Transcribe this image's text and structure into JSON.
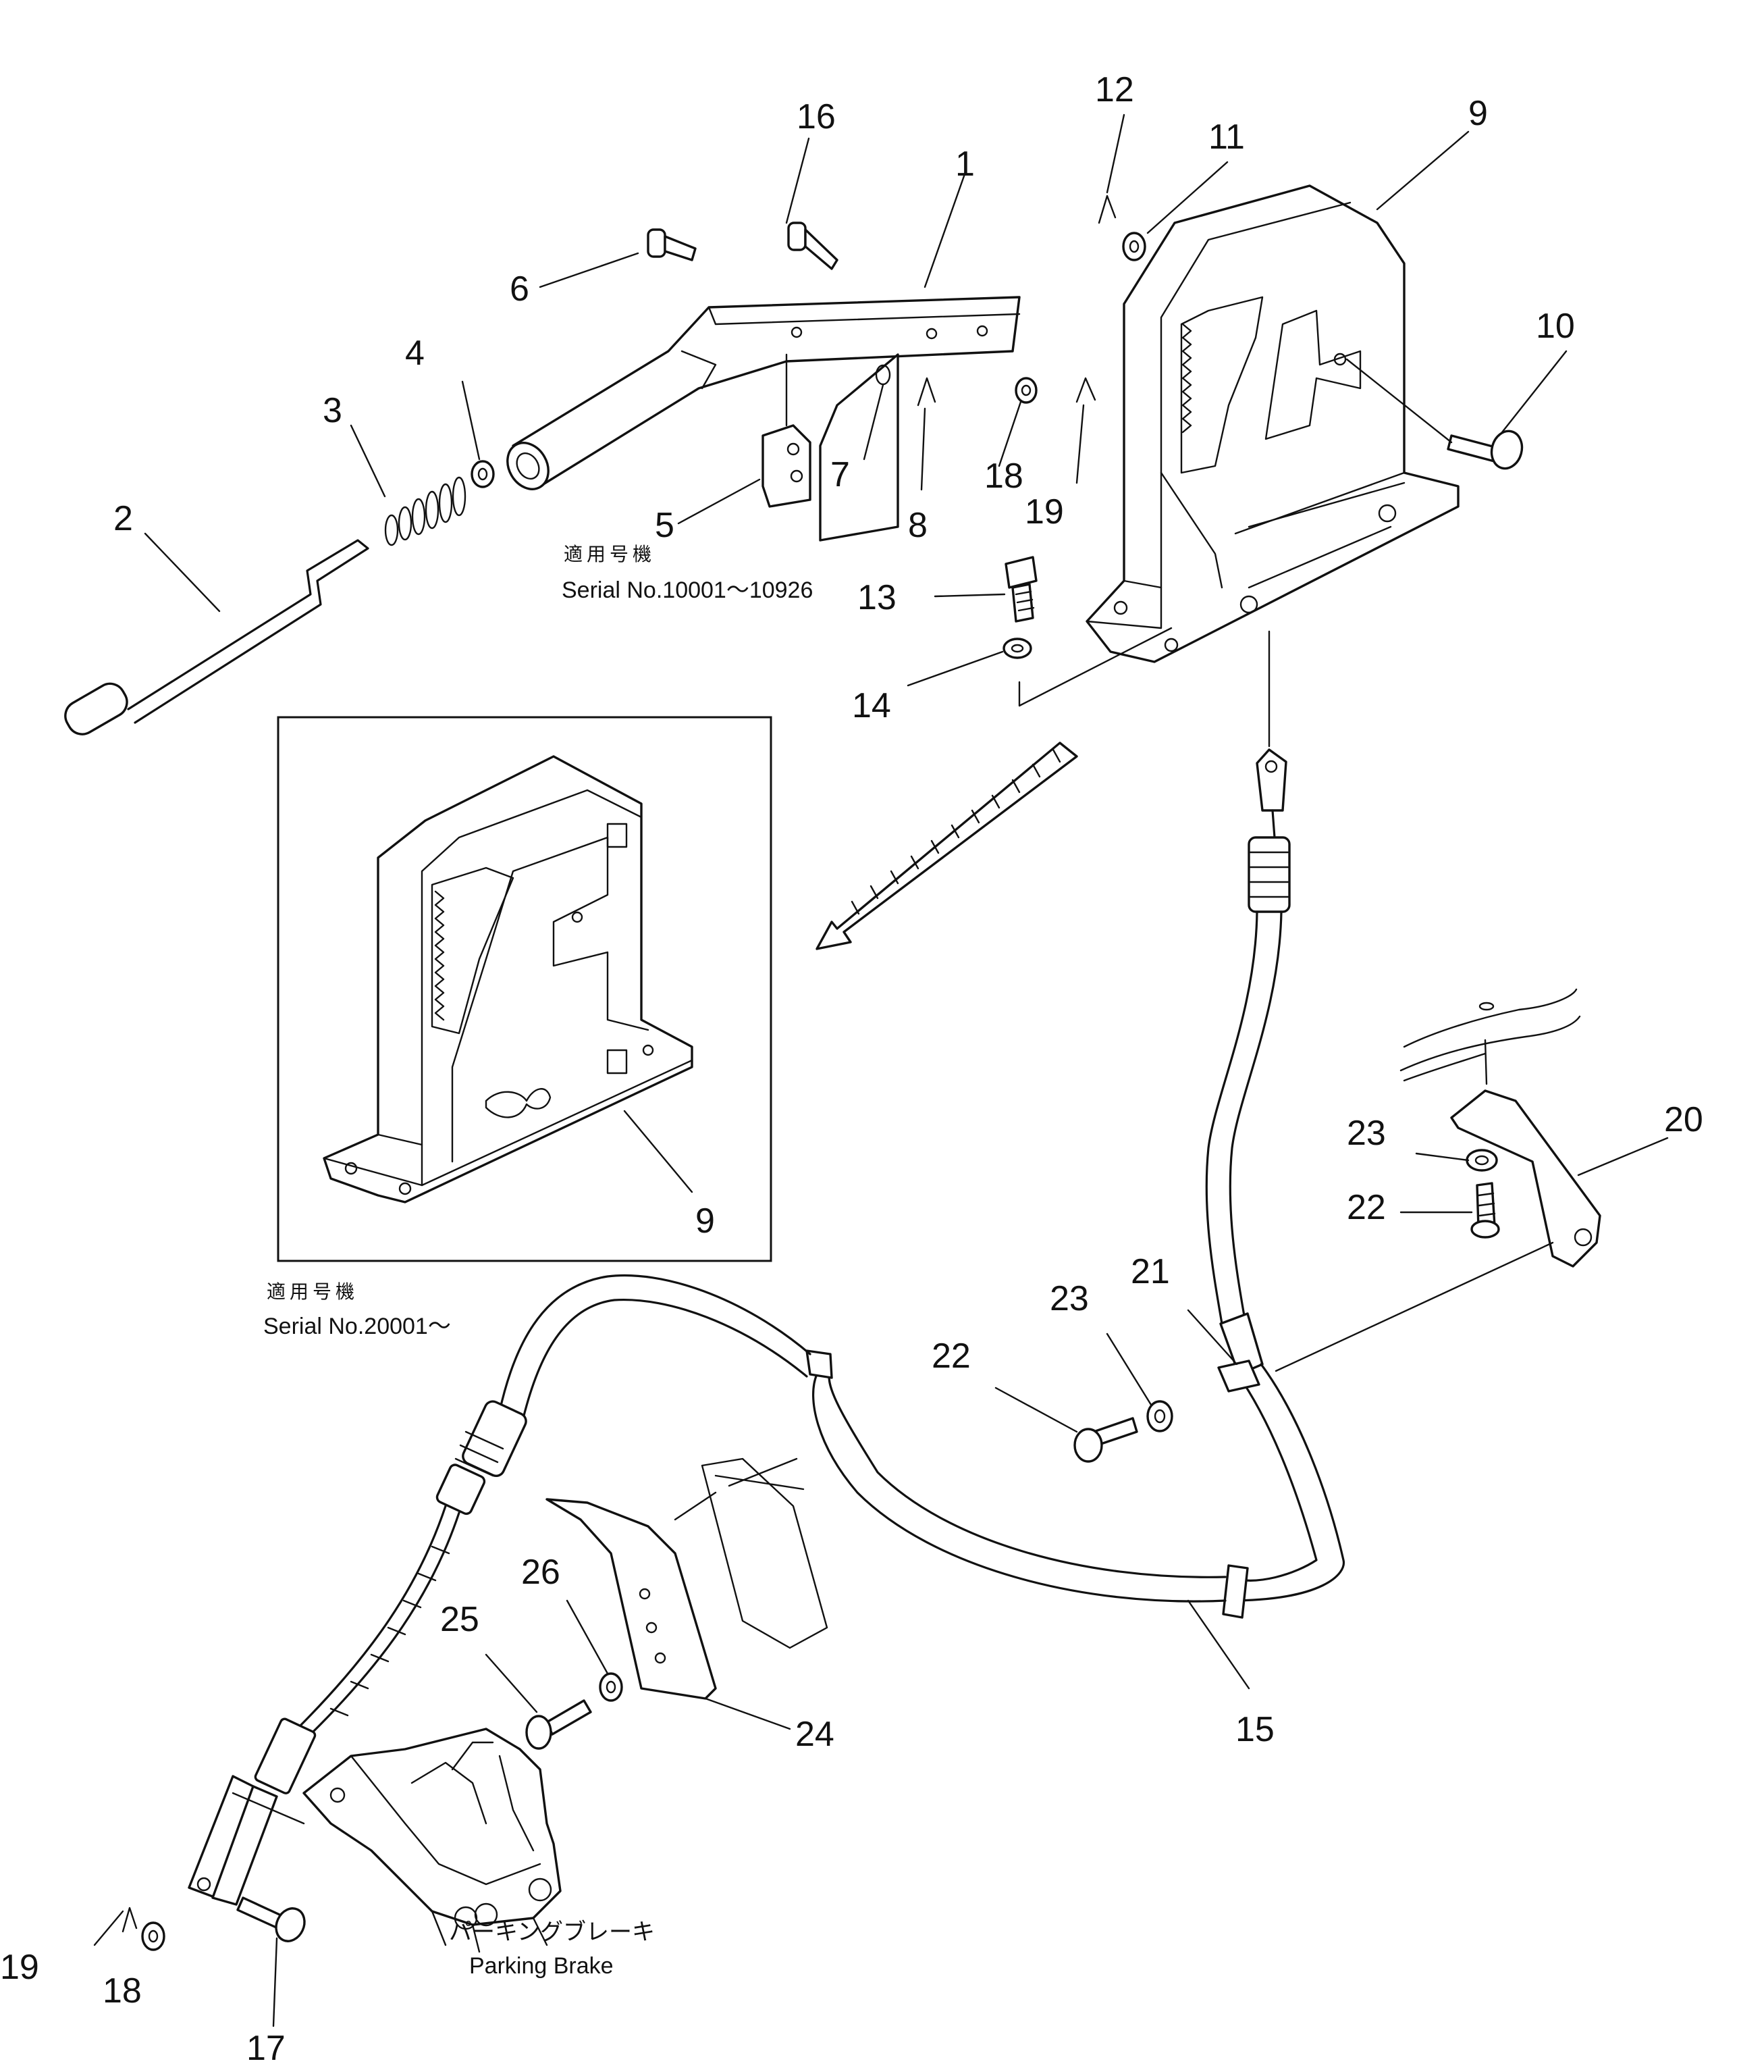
{
  "callouts": {
    "c1": "1",
    "c2": "2",
    "c3": "3",
    "c4": "4",
    "c5": "5",
    "c6": "6",
    "c7": "7",
    "c8": "8",
    "c9a": "9",
    "c9b": "9",
    "c10": "10",
    "c11": "11",
    "c12": "12",
    "c13": "13",
    "c14": "14",
    "c15": "15",
    "c16": "16",
    "c17": "17",
    "c18a": "18",
    "c18b": "18",
    "c19a": "19",
    "c19b": "19",
    "c20": "20",
    "c21": "21",
    "c22a": "22",
    "c22b": "22",
    "c23a": "23",
    "c23b": "23",
    "c24": "24",
    "c25": "25",
    "c26": "26"
  },
  "serial_notes": {
    "upper_ja": "適用号機",
    "upper": "Serial No.10001～10926",
    "lower_ja": "適用号機",
    "lower": "Serial No.20001～"
  },
  "parking_brake": {
    "ja": "パーキングブレーキ",
    "en": "Parking Brake"
  }
}
